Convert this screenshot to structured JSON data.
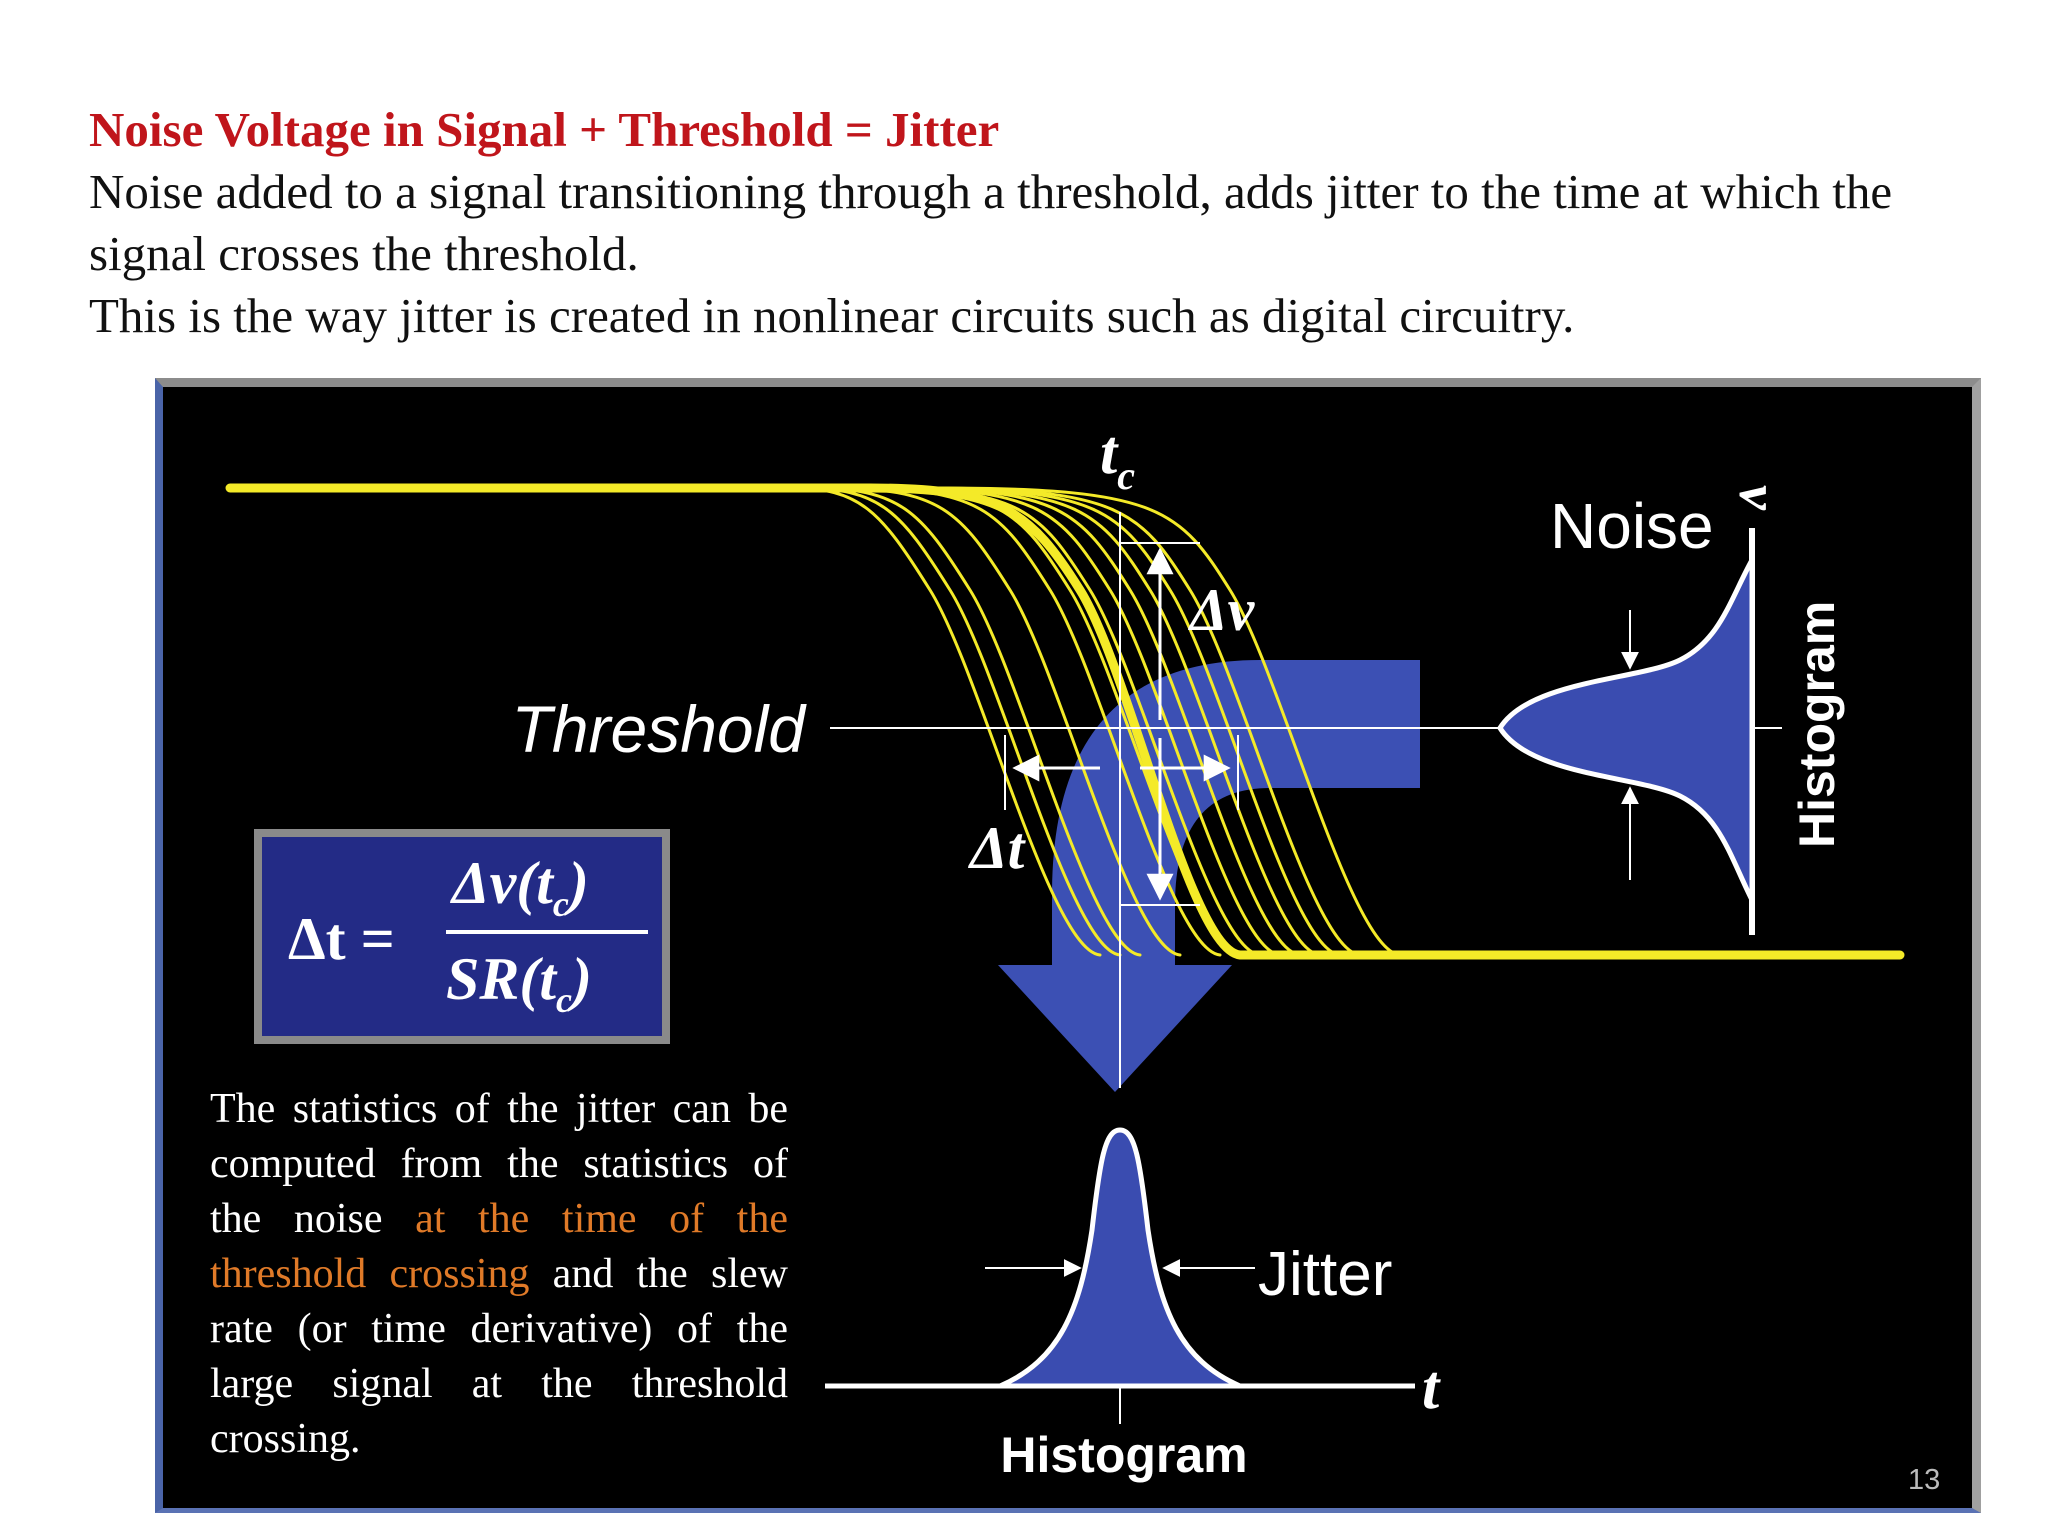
{
  "slide": {
    "title": "Noise Voltage in Signal + Threshold = Jitter",
    "body_lines": [
      "Noise added to a signal transitioning through a threshold, adds jitter to the time at which the",
      "signal crosses the threshold.",
      "This is the way jitter is created in nonlinear circuits such as digital circuitry."
    ],
    "page_number": "13"
  },
  "figure": {
    "labels": {
      "tc": "t",
      "tc_sub": "c",
      "delta_v": "Δv",
      "threshold": "Threshold",
      "delta_t": "Δt",
      "noise": "Noise",
      "v_axis": "v",
      "histogram_vertical": "Histogram",
      "jitter": "Jitter",
      "t_axis": "t",
      "histogram_bottom": "Histogram"
    },
    "formula": {
      "lhs": "Δt =",
      "numerator": "Δv(t",
      "numerator_sub": "c",
      "numerator_end": ")",
      "denominator": "SR(t",
      "denominator_sub": "c",
      "denominator_end": ")"
    },
    "explanation": {
      "part1": "The statistics of the jitter can be computed from the statistics of the noise ",
      "highlight": "at the time of the threshold crossing",
      "part2": " and the slew rate (or time derivative) of the large signal at the threshold crossing."
    },
    "colors": {
      "signal": "#f4ea28",
      "arrow": "#3c50b4",
      "histogram_fill": "#3a4cb0",
      "background": "#000000",
      "highlight_text": "#e07a28",
      "title_red": "#c0151b"
    }
  }
}
